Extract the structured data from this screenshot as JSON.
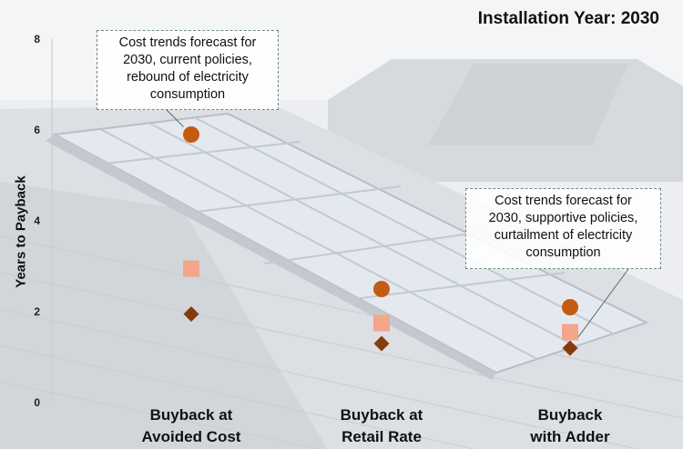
{
  "chart_data": {
    "type": "scatter",
    "title": "Installation Year: 2030",
    "ylabel": "Years to Payback",
    "xlabel": "",
    "ylim": [
      0,
      8
    ],
    "yticks": [
      0,
      2,
      4,
      6,
      8
    ],
    "categories": [
      "Buyback at Avoided Cost",
      "Buyback at Retail Rate",
      "Buyback with Adder"
    ],
    "category_lines": [
      [
        "Buyback at",
        "Avoided Cost"
      ],
      [
        "Buyback at",
        "Retail Rate"
      ],
      [
        "Buyback",
        "with Adder"
      ]
    ],
    "series": [
      {
        "marker": "circle",
        "color": "#c55a11",
        "values": [
          5.9,
          2.5,
          2.1
        ]
      },
      {
        "marker": "square",
        "color": "#f4a58a",
        "values": [
          2.95,
          1.75,
          1.55
        ]
      },
      {
        "marker": "diamond",
        "color": "#843c0c",
        "values": [
          1.95,
          1.3,
          1.2
        ]
      }
    ],
    "annotations": [
      {
        "text": "Cost trends forecast for 2030, current policies, rebound of electricity consumption",
        "lines": [
          "Cost trends forecast for",
          "2030, current policies,",
          "rebound of electricity",
          "consumption"
        ],
        "target_category": 0,
        "target_series": 0
      },
      {
        "text": "Cost trends forecast for 2030, supportive policies, curtailment of electricity consumption",
        "lines": [
          "Cost trends forecast for",
          "2030, supportive policies,",
          "curtailment of electricity",
          "consumption"
        ],
        "target_category": 2,
        "target_series": 2
      }
    ],
    "grid": false
  },
  "background": "photo of solar panels on a grey shingled roof"
}
